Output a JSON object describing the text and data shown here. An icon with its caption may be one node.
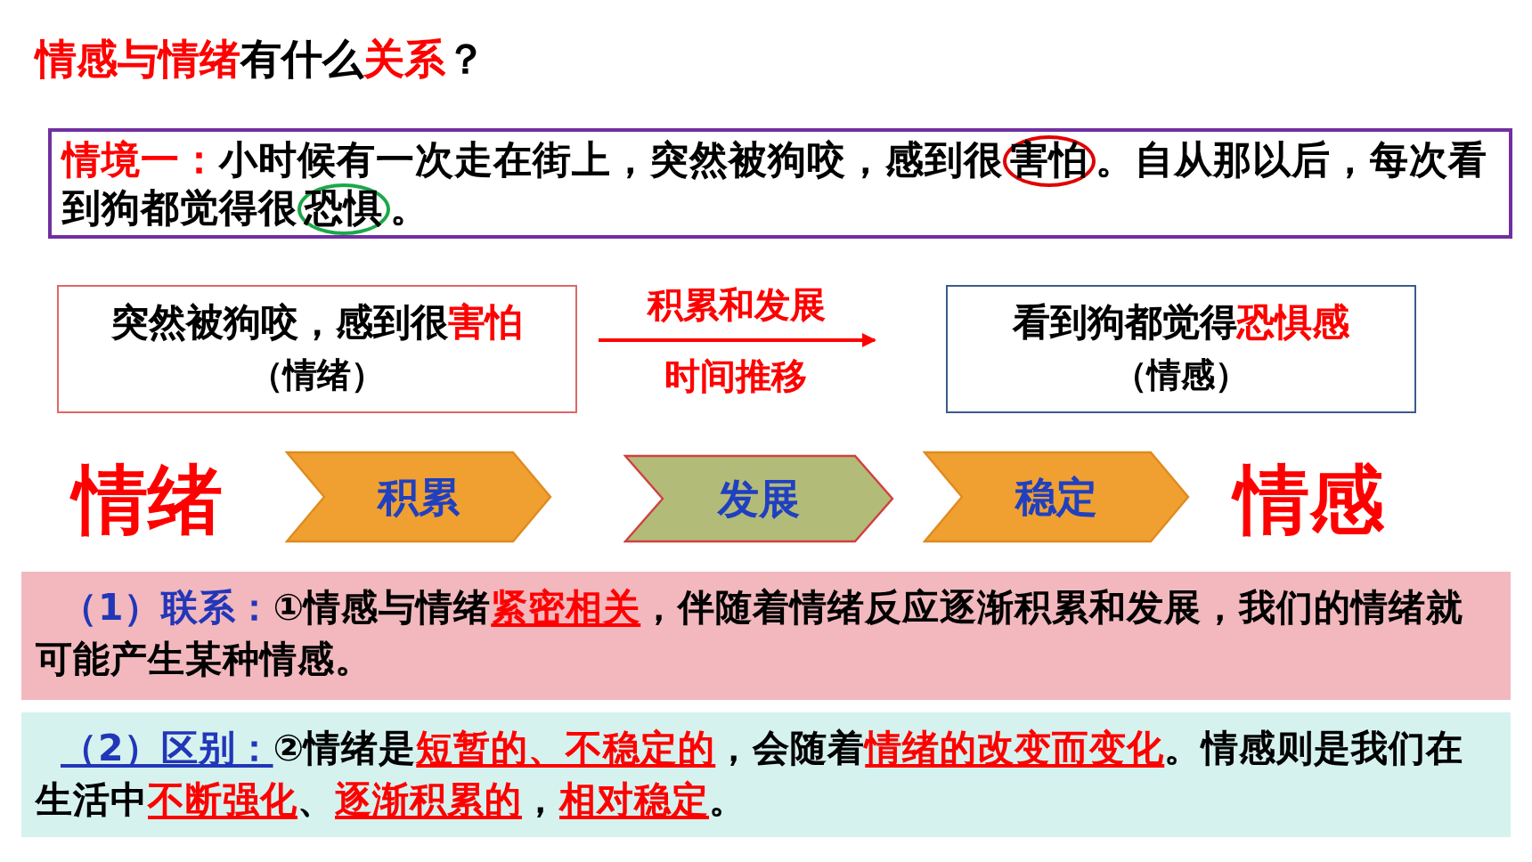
{
  "diagram": {
    "title": "**情感与情绪**有什么**关系**？",
    "nodes": [
      {
        "text": [
          "情境一：",
          "小时候有一次走在街上，突然被狗咬，感到很**害怕**。自从那以后，每次看到狗都觉得很**恐惧**。"
        ]
      },
      {
        "text": [
          "突然被狗咬，感到很**害怕**",
          "（情绪）"
        ]
      },
      {
        "text": [
          "看到狗都觉得**恐惧感**",
          "（情感）"
        ]
      },
      {
        "text": [
          "情绪"
        ]
      },
      {
        "text": [
          "积累"
        ]
      },
      {
        "text": [
          "发展"
        ]
      },
      {
        "text": [
          "稳定"
        ]
      },
      {
        "text": [
          "情感"
        ]
      },
      {
        "text": [
          "（1）联系：",
          "①情感与情绪**紧密相关**，伴随着情绪反应逐渐积累和发展，我们的情绪就可能产生某种情感。"
        ]
      },
      {
        "text": [
          "（2）区别：",
          "②情绪是**短暂的、不稳定的**，会随着**情绪的改变而变化**。情感则是我们在生活中**不断强化**、**逐渐积累的**，**相对稳定**。"
        ]
      }
    ],
    "edges": [
      {
        "from": 1,
        "to": 2,
        "arrow": "to",
        "label": "积累和发展"
      }
    ],
    "labels": [
      "时间推移"
    ]
  }
}
